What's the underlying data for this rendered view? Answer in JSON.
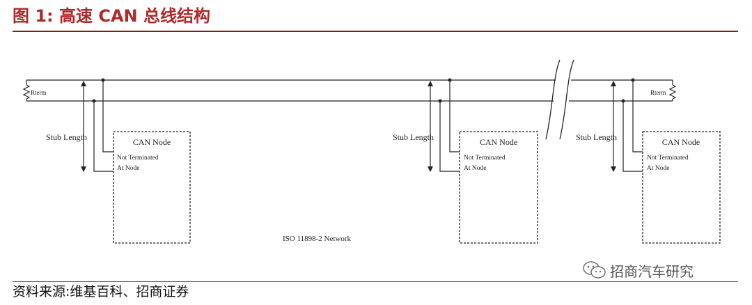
{
  "header": {
    "title": "图 1:  高速 CAN 总线结构"
  },
  "colors": {
    "title": "#b0292a",
    "rule": "#8b1a1a",
    "line": "#222222",
    "watermark": "#777777"
  },
  "diagram": {
    "rterm_left": "Rterm",
    "rterm_right": "Rterm",
    "network_label": "ISO 11898-2 Network",
    "nodes": [
      {
        "stub_label": "Stub Length",
        "title": "CAN Node",
        "line1": "Not Terminated",
        "line2": "At Node"
      },
      {
        "stub_label": "Stub Length",
        "title": "CAN Node",
        "line1": "Not Terminated",
        "line2": "At Node"
      },
      {
        "stub_label": "Stub Length",
        "title": "CAN Node",
        "line1": "Not Terminated",
        "line2": "At Node"
      }
    ]
  },
  "footer": {
    "source": "资料来源:维基百科、招商证券",
    "watermark_icon": "wechat-icon",
    "watermark": "招商汽车研究"
  }
}
